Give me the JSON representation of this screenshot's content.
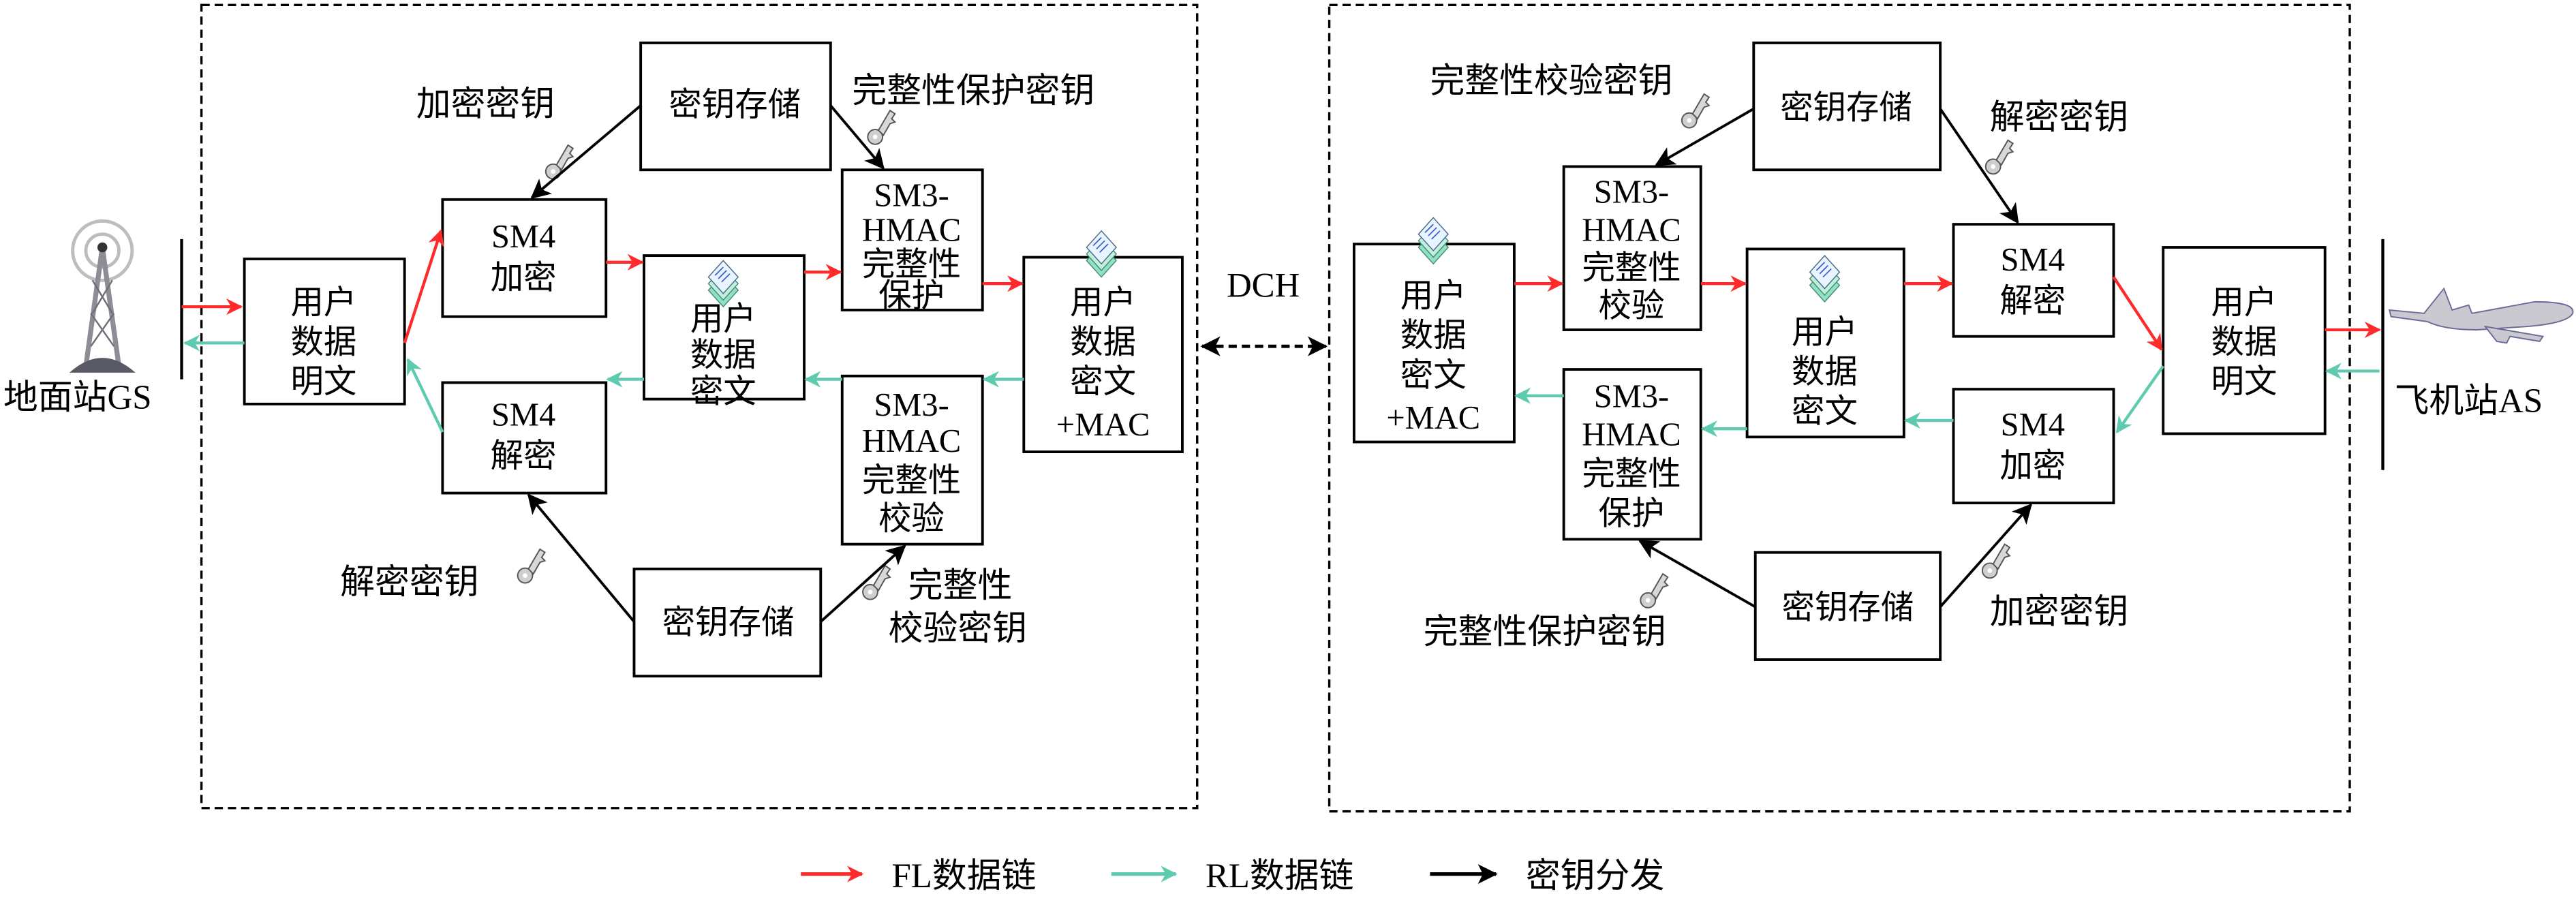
{
  "colors": {
    "fl_link": "#ff2a2a",
    "rl_link": "#5ecbb0",
    "key_distribution": "#000000"
  },
  "ground_station": {
    "label": "地面站GS",
    "icon": "radio-tower-icon"
  },
  "aircraft_station": {
    "label": "飞机站AS",
    "icon": "airplane-icon"
  },
  "channel": {
    "label": "DCH"
  },
  "left_panel": {
    "key_storage_top": "密钥存储",
    "key_storage_bottom": "密钥存储",
    "sm4_encrypt": [
      "SM4",
      "加密"
    ],
    "sm4_decrypt": [
      "SM4",
      "解密"
    ],
    "plaintext": [
      "用户",
      "数据",
      "明文"
    ],
    "ciphertext": [
      "用户",
      "数据",
      "密文"
    ],
    "hmac_protect": [
      "SM3-",
      "HMAC",
      "完整性",
      "保护"
    ],
    "hmac_verify": [
      "SM3-",
      "HMAC",
      "完整性",
      "校验"
    ],
    "cipher_mac": [
      "用户",
      "数据",
      "密文",
      "+MAC"
    ],
    "label_encrypt_key": "加密密钥",
    "label_integrity_protect_key": "完整性保护密钥",
    "label_decrypt_key": "解密密钥",
    "label_integrity_verify_key": [
      "完整性",
      "校验密钥"
    ]
  },
  "right_panel": {
    "key_storage_top": "密钥存储",
    "key_storage_bottom": "密钥存储",
    "sm4_decrypt": [
      "SM4",
      "解密"
    ],
    "sm4_encrypt": [
      "SM4",
      "加密"
    ],
    "plaintext": [
      "用户",
      "数据",
      "明文"
    ],
    "ciphertext": [
      "用户",
      "数据",
      "密文"
    ],
    "hmac_verify": [
      "SM3-",
      "HMAC",
      "完整性",
      "校验"
    ],
    "hmac_protect": [
      "SM3-",
      "HMAC",
      "完整性",
      "保护"
    ],
    "cipher_mac": [
      "用户",
      "数据",
      "密文",
      "+MAC"
    ],
    "label_integrity_verify_key": "完整性校验密钥",
    "label_decrypt_key": "解密密钥",
    "label_integrity_protect_key": "完整性保护密钥",
    "label_encrypt_key": "加密密钥"
  },
  "legend": [
    {
      "label": "FL数据链",
      "color": "#ff2a2a"
    },
    {
      "label": "RL数据链",
      "color": "#5ecbb0"
    },
    {
      "label": "密钥分发",
      "color": "#000000"
    }
  ]
}
